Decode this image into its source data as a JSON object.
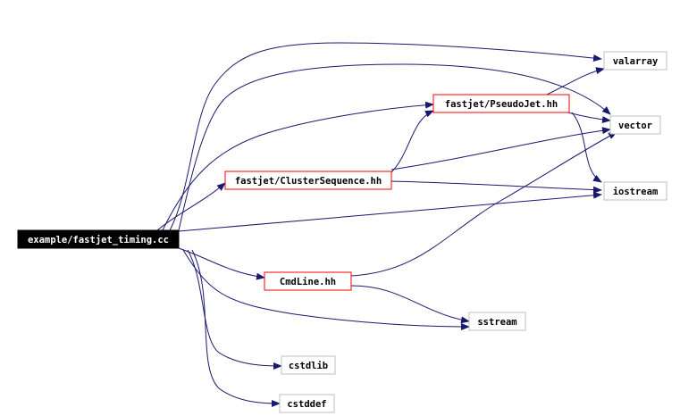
{
  "nodes": {
    "root": "example/fastjet_timing.cc",
    "cluster_sequence": "fastjet/ClusterSequence.hh",
    "pseudo_jet": "fastjet/PseudoJet.hh",
    "cmdline": "CmdLine.hh",
    "valarray": "valarray",
    "vector": "vector",
    "iostream": "iostream",
    "sstream": "sstream",
    "cstdlib": "cstdlib",
    "cstddef": "cstddef"
  },
  "colors": {
    "edge": "#191970",
    "root_fill": "#000000",
    "root_text": "#ffffff",
    "documented_border": "#ff0000",
    "external_border": "#bfbfbf",
    "text": "#000000"
  }
}
